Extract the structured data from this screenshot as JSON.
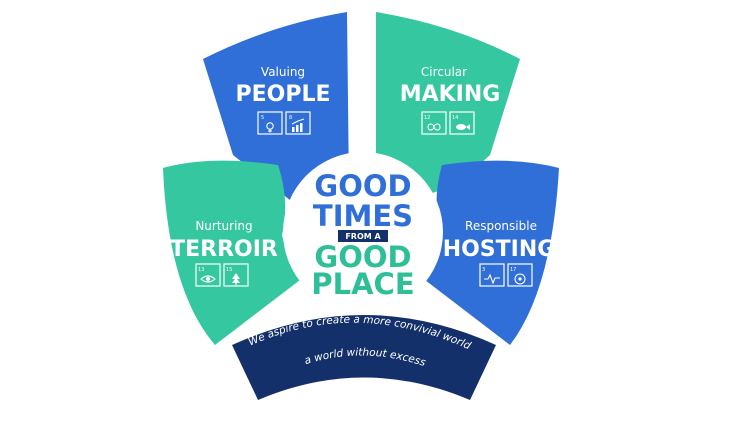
{
  "colors": {
    "blue": "#2f6fd7",
    "green": "#35c7a0",
    "navy": "#14306b",
    "white": "#ffffff",
    "center_green": "#2fbf98"
  },
  "center": {
    "line1": "GOOD",
    "line2": "TIMES",
    "from_a": "FROM A",
    "line3": "GOOD",
    "line4": "PLACE"
  },
  "petals": {
    "people": {
      "small": "Valuing",
      "big": "PEOPLE",
      "icons": [
        {
          "num": "5",
          "text": "GENDER EQUALITY",
          "icon": "gender-symbol-icon"
        },
        {
          "num": "8",
          "text": "DECENT WORK AND ECONOMIC GROWTH",
          "icon": "growth-chart-icon"
        }
      ]
    },
    "making": {
      "small": "Circular",
      "big": "MAKING",
      "icons": [
        {
          "num": "12",
          "text": "RESPONSIBLE CONSUMPTION AND PRODUCTION",
          "icon": "infinity-icon"
        },
        {
          "num": "14",
          "text": "LIFE BELOW WATER",
          "icon": "fish-icon"
        }
      ]
    },
    "terroir": {
      "small": "Nurturing",
      "big": "TERROIR",
      "icons": [
        {
          "num": "13",
          "text": "CLIMATE ACTION",
          "icon": "eye-globe-icon"
        },
        {
          "num": "15",
          "text": "LIFE ON LAND",
          "icon": "tree-icon"
        }
      ]
    },
    "hosting": {
      "small": "Responsible",
      "big": "HOSTING",
      "icons": [
        {
          "num": "3",
          "text": "GOOD HEALTH AND WELL-BEING",
          "icon": "heartbeat-icon"
        },
        {
          "num": "17",
          "text": "PARTNERSHIPS FOR THE GOALS",
          "icon": "flower-icon"
        }
      ]
    }
  },
  "banner": {
    "line1": "We aspire to create a more convivial world,",
    "line2": "a world without excess"
  }
}
